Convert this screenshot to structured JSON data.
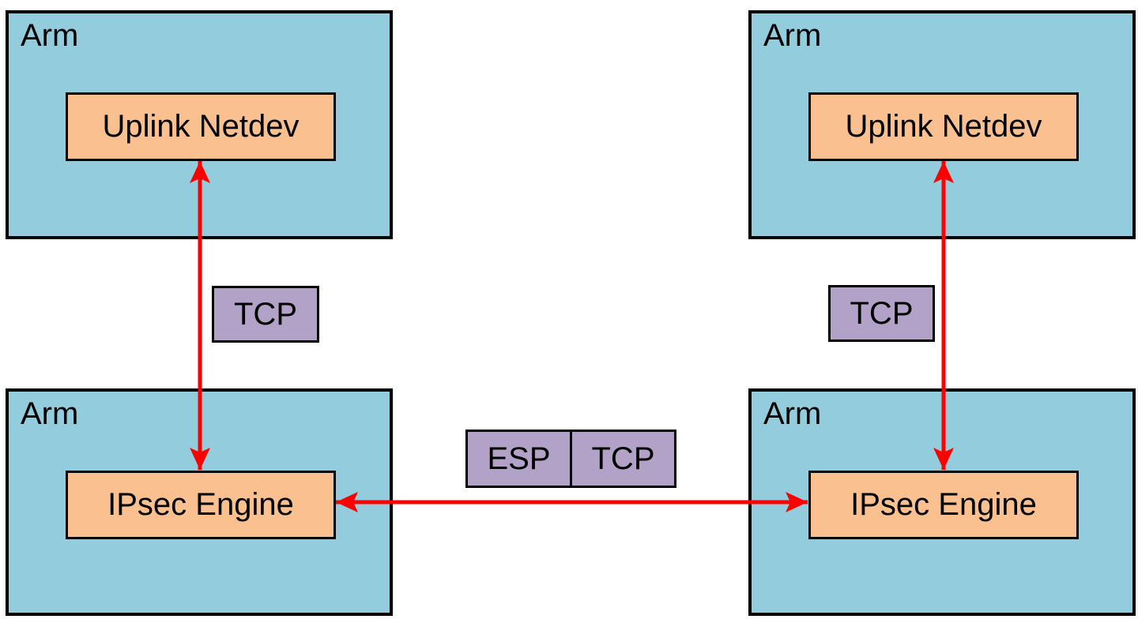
{
  "diagram": {
    "nodes": {
      "top_left": {
        "title": "Arm",
        "component": "Uplink Netdev"
      },
      "top_right": {
        "title": "Arm",
        "component": "Uplink Netdev"
      },
      "bottom_left": {
        "title": "Arm",
        "component": "IPsec Engine"
      },
      "bottom_right": {
        "title": "Arm",
        "component": "IPsec Engine"
      }
    },
    "links": {
      "left_vertical": {
        "label": "TCP",
        "style": "red-double-arrow"
      },
      "right_vertical": {
        "label": "TCP",
        "style": "red-double-arrow"
      },
      "horizontal": {
        "labels": [
          "ESP",
          "TCP"
        ],
        "style": "red-double-arrow"
      }
    },
    "colors": {
      "node_fill": "#93CDDD",
      "component_fill": "#FAC08F",
      "protocol_fill": "#B3A2C7",
      "arrow": "#FF0000",
      "border": "#000000"
    }
  }
}
